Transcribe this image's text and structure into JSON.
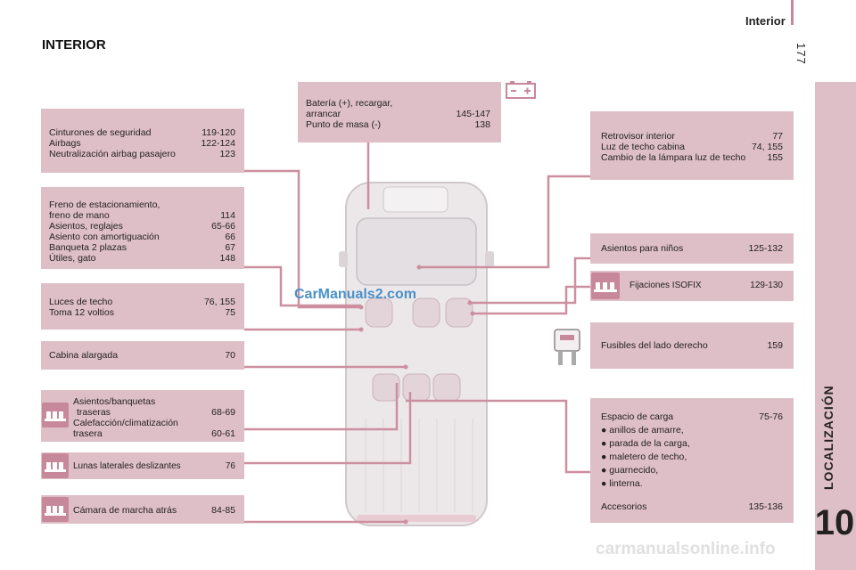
{
  "header": {
    "section": "Interior",
    "page_number": "177"
  },
  "main_title": "INTERIOR",
  "chapter": {
    "label": "LOCALIZACIÓN",
    "number": "10"
  },
  "left_boxes": {
    "cinturones": [
      {
        "label": "Cinturones de seguridad",
        "pages": "119-120"
      },
      {
        "label": "Airbags",
        "pages": "122-124"
      },
      {
        "label": "Neutralización airbag pasajero",
        "pages": "123"
      }
    ],
    "freno": [
      {
        "label": "Freno de estacionamiento,",
        "pages": ""
      },
      {
        "label": "freno de mano",
        "pages": "114"
      },
      {
        "label": "Asientos, reglajes",
        "pages": "65-66"
      },
      {
        "label": "Asiento con amortiguación",
        "pages": "66"
      },
      {
        "label": "Banqueta 2 plazas",
        "pages": "67"
      },
      {
        "label": "Útiles, gato",
        "pages": "148"
      }
    ],
    "luces": [
      {
        "label": "Luces de techo",
        "pages": "76, 155"
      },
      {
        "label": "Toma 12 voltios",
        "pages": "75"
      }
    ],
    "cabina": {
      "label": "Cabina alargada",
      "pages": "70"
    },
    "asientos_traseros": {
      "line1": "Asientos/banquetas",
      "line2": "traseras",
      "pages1": "68-69",
      "line3": "Calefacción/climatización",
      "line4": "trasera",
      "pages2": "60-61"
    },
    "lunas": {
      "label": "Lunas laterales deslizantes",
      "pages": "76"
    },
    "camara": {
      "label": "Cámara de marcha atrás",
      "pages": "84-85"
    }
  },
  "center_box": [
    {
      "label": "Batería (+), recargar,",
      "pages": ""
    },
    {
      "label": "arrancar",
      "pages": "145-147"
    },
    {
      "label": "Punto de masa (-)",
      "pages": "138"
    }
  ],
  "right_boxes": {
    "retrovisor": [
      {
        "label": "Retrovisor interior",
        "pages": "77"
      },
      {
        "label": "Luz de techo cabina",
        "pages": "74, 155"
      },
      {
        "label": "Cambio de la lámpara luz de techo",
        "pages": "155"
      }
    ],
    "ninos": {
      "label": "Asientos para niños",
      "pages": "125-132"
    },
    "isofix": {
      "label": "Fijaciones ISOFIX",
      "pages": "129-130"
    },
    "fusibles": {
      "label": "Fusibles del lado derecho",
      "pages": "159"
    },
    "carga": {
      "label": "Espacio de carga",
      "pages": "75-76",
      "bullets": [
        "anillos de amarre,",
        "parada de la carga,",
        "maletero de techo,",
        "guarnecido,",
        "linterna."
      ],
      "accesorios_label": "Accesorios",
      "accesorios_pages": "135-136"
    }
  },
  "watermark": "CarManuals2.com",
  "footer_watermark": "carmanualsonline.info",
  "colors": {
    "box": "#dfbfc7",
    "icon": "#c8889b",
    "line": "#cc8fa0",
    "van": "#ece8ea"
  }
}
